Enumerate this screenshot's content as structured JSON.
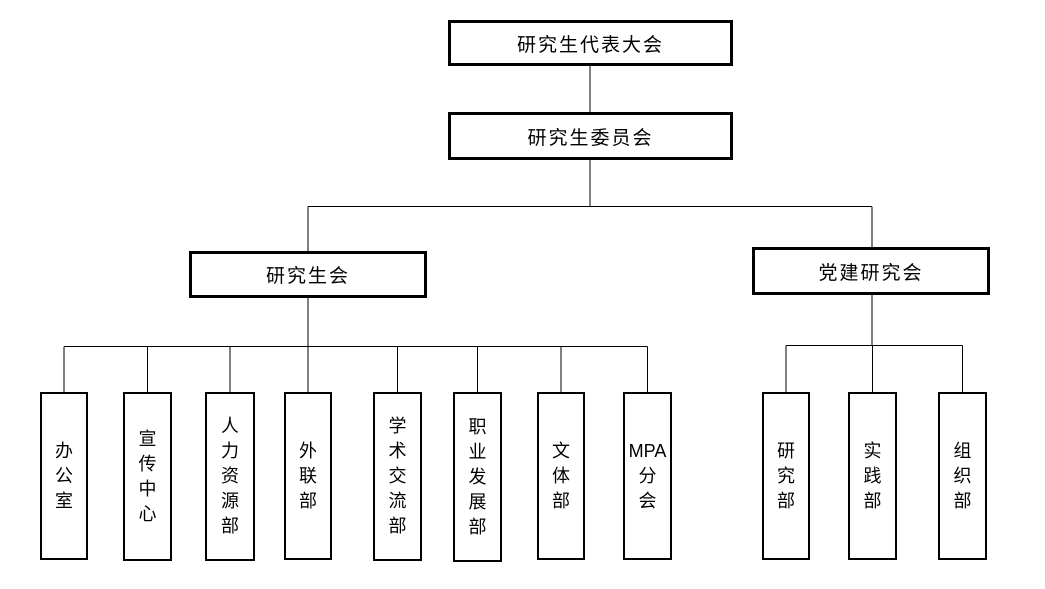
{
  "org": {
    "root": {
      "label": "研究生代表大会",
      "child": {
        "label": "研究生委员会",
        "branches": [
          {
            "label": "研究生会",
            "departments": [
              {
                "label": "办公室",
                "display": "办\n公\n室"
              },
              {
                "label": "宣传中心",
                "display": "宣\n传\n中\n心"
              },
              {
                "label": "人力资源部",
                "display": "人\n力\n资\n源\n部"
              },
              {
                "label": "外联部",
                "display": "外\n联\n部"
              },
              {
                "label": "学术交流部",
                "display": "学\n术\n交\n流\n部"
              },
              {
                "label": "职业发展部",
                "display": "职\n业\n发\n展\n部"
              },
              {
                "label": "文体部",
                "display": "文\n体\n部"
              },
              {
                "label": "MPA分会",
                "display": "MPA\n分\n会"
              }
            ]
          },
          {
            "label": "党建研究会",
            "departments": [
              {
                "label": "研究部",
                "display": "研\n究\n部"
              },
              {
                "label": "实践部",
                "display": "实\n践\n部"
              },
              {
                "label": "组织部",
                "display": "组\n织\n部"
              }
            ]
          }
        ]
      }
    },
    "colors": {
      "background": "#ffffff",
      "box_border": "#000000",
      "connector_line": "#000000",
      "text": "#000000"
    }
  }
}
